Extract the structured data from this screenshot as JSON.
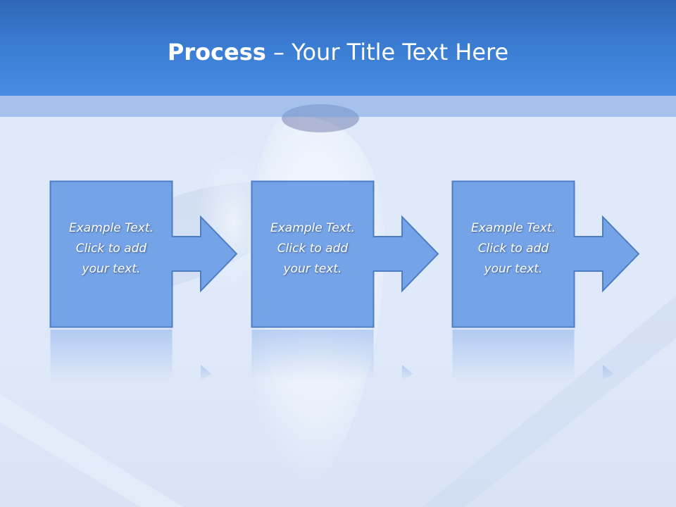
{
  "slide": {
    "title_bold": "Process",
    "title_rest": " – Your Title Text Here"
  },
  "steps": [
    {
      "line1": "Example Text.",
      "line2": "Click  to add",
      "line3": "your text."
    },
    {
      "line1": "Example Text.",
      "line2": "Click  to add",
      "line3": "your text."
    },
    {
      "line1": "Example Text.",
      "line2": "Click  to add",
      "line3": "your text."
    }
  ],
  "colors": {
    "header": "#3a7bd2",
    "box_fill": "#75a3e8",
    "box_stroke": "#4d7ec4",
    "text": "#ffffff"
  }
}
